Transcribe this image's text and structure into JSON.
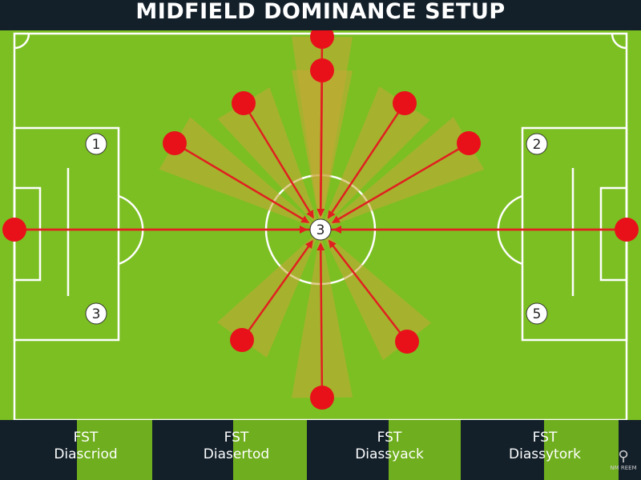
{
  "title": "MIDFIELD DOMINANCE SETUP",
  "colors": {
    "pitch": "#7cbf22",
    "line": "#ffffff",
    "player": "#e8111a",
    "arrow": "#e02020",
    "zone": "#c8a838",
    "band": "#13202a"
  },
  "zone_markers": [
    "1",
    "2",
    "3",
    "5"
  ],
  "center_marker": "3",
  "footer": [
    {
      "top": "FST",
      "bottom": "Diascriod"
    },
    {
      "top": "FST",
      "bottom": "Diasertod"
    },
    {
      "top": "FST",
      "bottom": "Diassyack"
    },
    {
      "top": "FST",
      "bottom": "Diassytork"
    }
  ],
  "logo_text": "NM REEM"
}
